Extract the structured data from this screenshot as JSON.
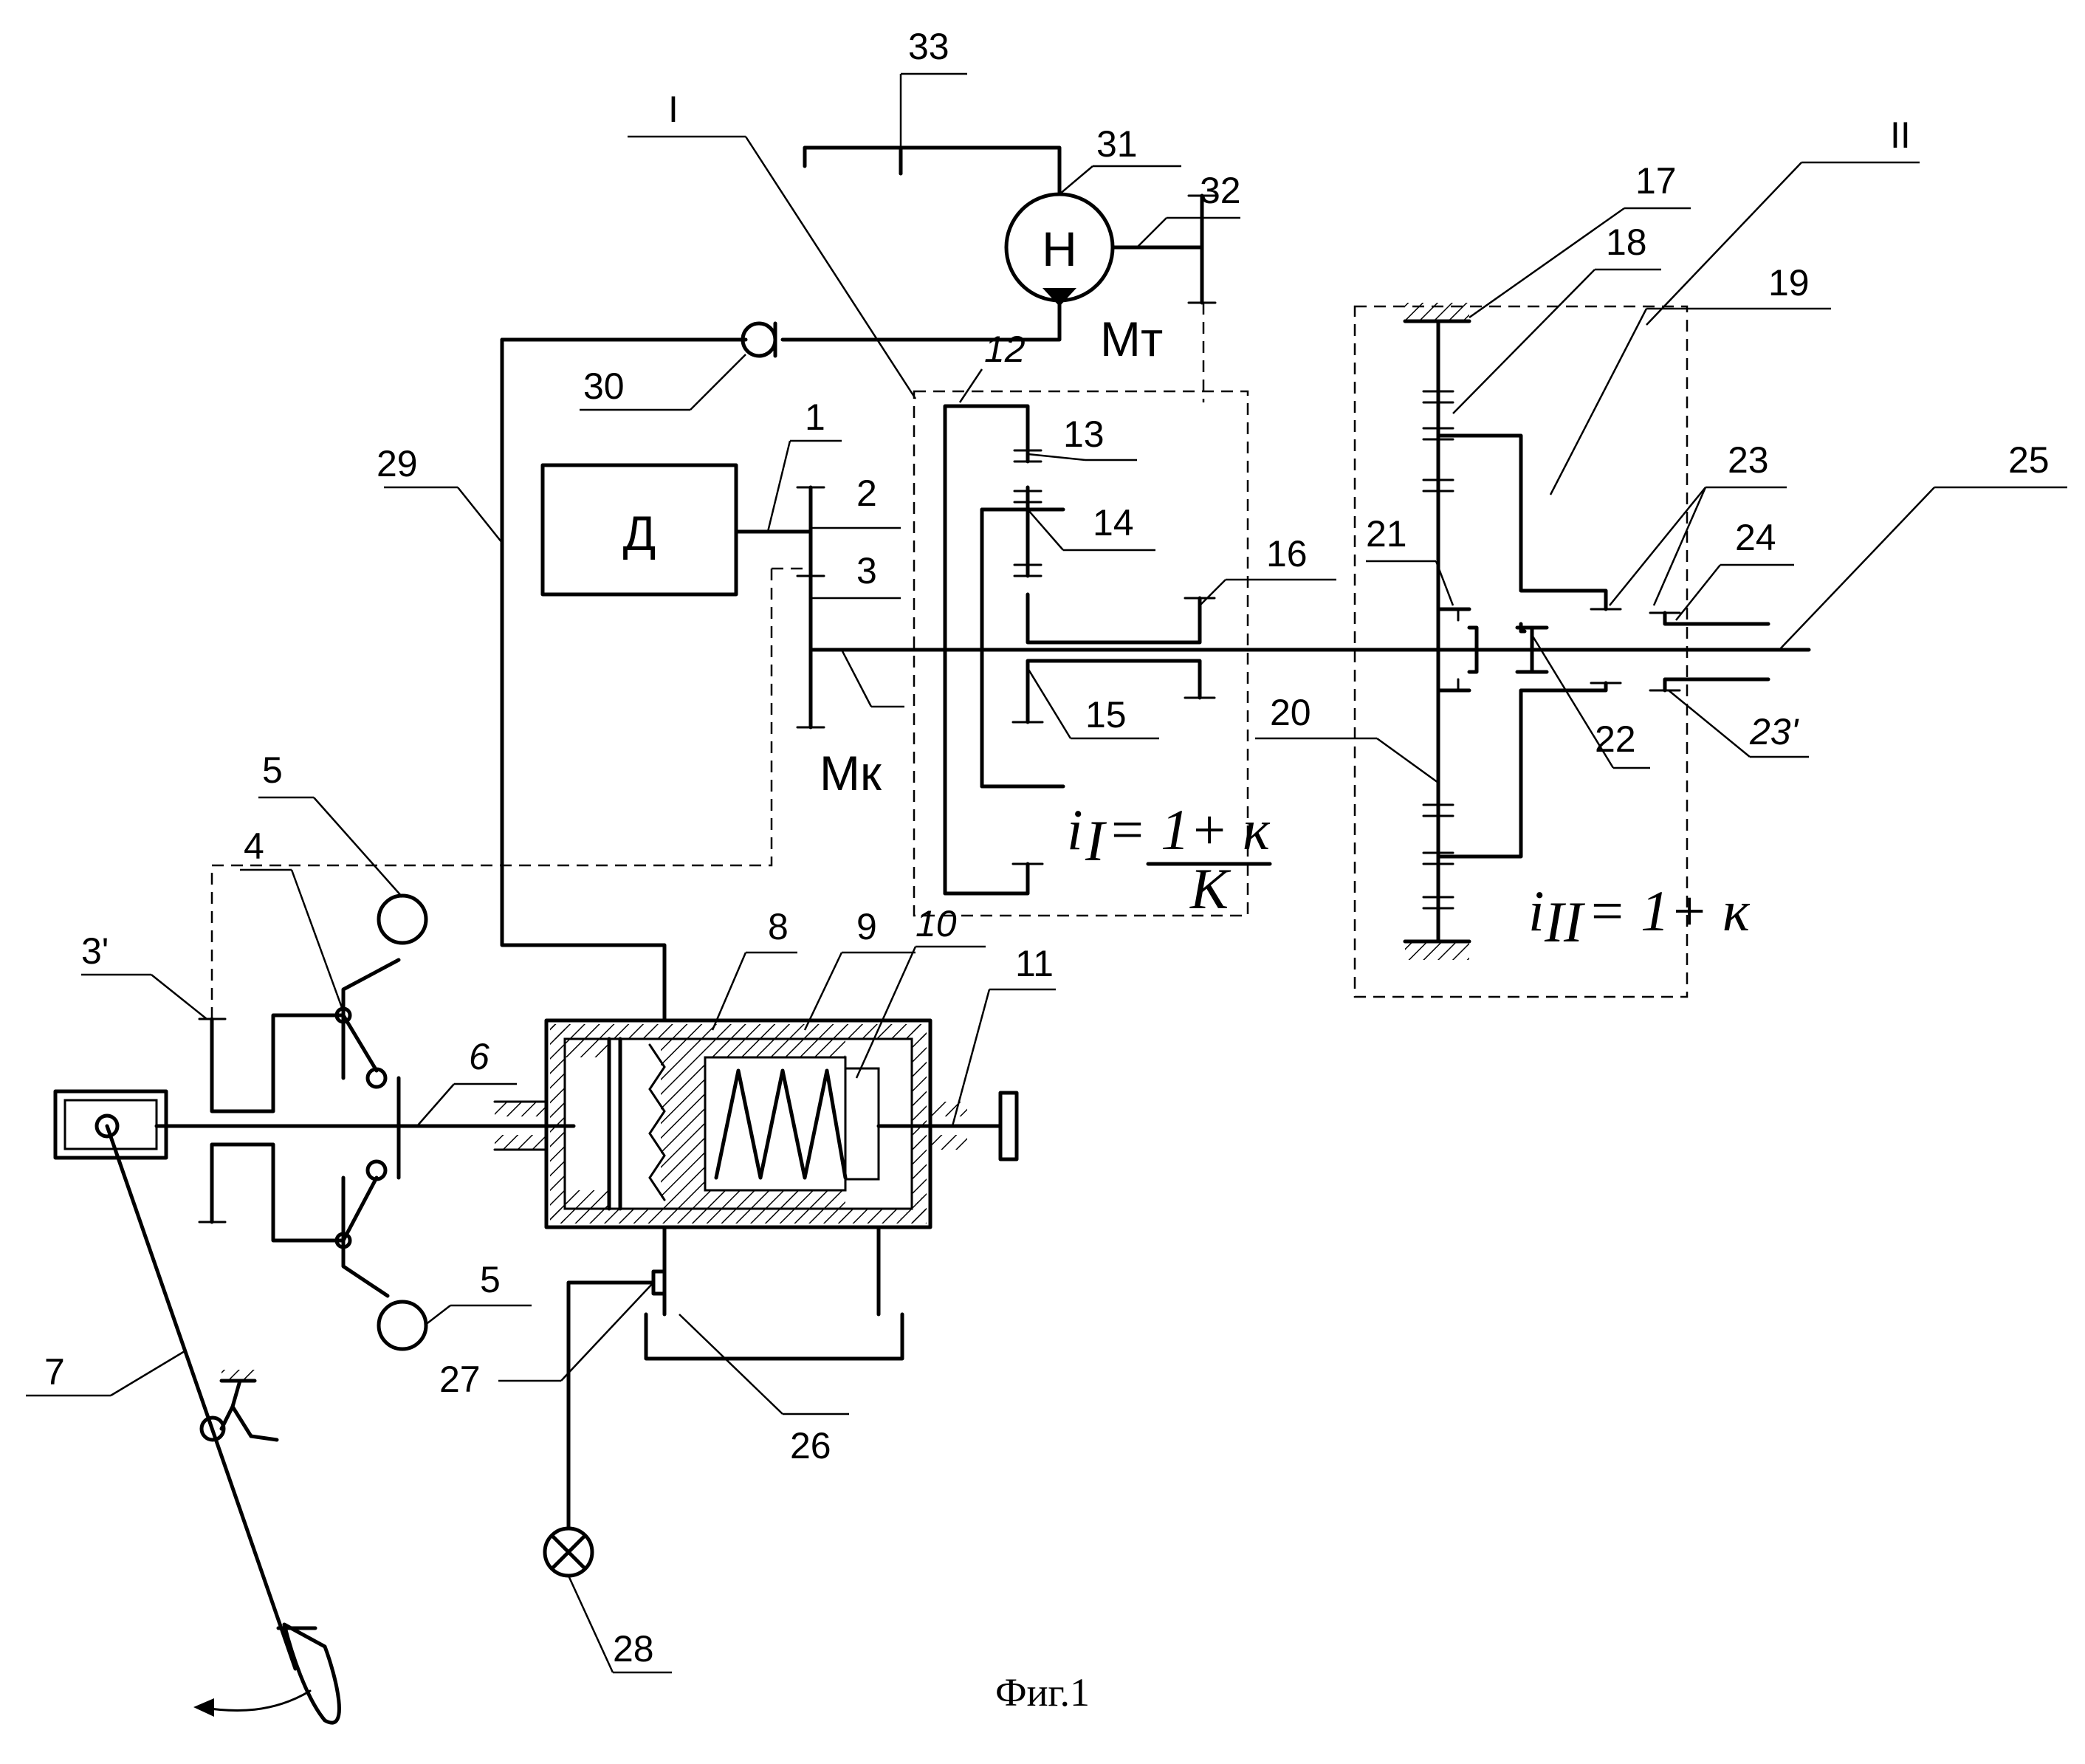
{
  "labels": {
    "n1": "1",
    "n2": "2",
    "n3": "3",
    "n3p": "3'",
    "n4": "4",
    "n5a": "5",
    "n5b": "5",
    "n6": "6",
    "n7": "7",
    "n8": "8",
    "n9": "9",
    "n10": "10",
    "n11": "11",
    "n12": "12",
    "n13": "13",
    "n14": "14",
    "n15": "15",
    "n16": "16",
    "n17": "17",
    "n18": "18",
    "n19": "19",
    "n20": "20",
    "n21": "21",
    "n22": "22",
    "n23": "23",
    "n23p": "23'",
    "n24": "24",
    "n25": "25",
    "n26": "26",
    "n27": "27",
    "n28": "28",
    "n29": "29",
    "n30": "30",
    "n31": "31",
    "n32": "32",
    "n33": "33",
    "roman1": "I",
    "roman2": "II"
  },
  "symbols": {
    "engine": "Д",
    "pump": "Н",
    "torque_pump": "Мт",
    "torque_engine": "Мк"
  },
  "formulas": {
    "i1_lhs": "i",
    "i1_sub": "I",
    "i1_num": "= 1+ к",
    "i1_den": "К",
    "i2_lhs": "i",
    "i2_sub": "II",
    "i2_rhs": "= 1+ к"
  },
  "caption": "Фиг.1"
}
